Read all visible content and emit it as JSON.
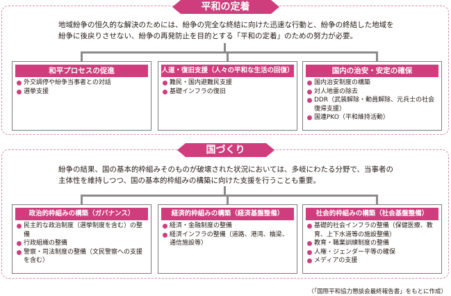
{
  "sections": [
    {
      "title": "平和の定着",
      "intro": "地域紛争の恒久的な解決のためには、紛争の完全な終結に向けた迅速な行動と、紛争の終結した地域を紛争に後戻りさせない、紛争の再発防止を目的とする「平和の定着」のための努力が必要。",
      "boxes": [
        {
          "title": "和平プロセスの促進",
          "items": [
            "外交調停や紛争当事者との対話",
            "選挙支援"
          ]
        },
        {
          "title": "人道・復旧支援（人々の平和な生活の回復）",
          "items": [
            "難民・国内避難民支援",
            "基礎インフラの復旧"
          ]
        },
        {
          "title": "国内の治安・安定の確保",
          "items": [
            "国内治安制度の構築",
            "対人地雷の除去",
            "DDR（武装解除・動員解除、元兵士の社会復帰支援）",
            "国連PKO（平和維持活動）"
          ]
        }
      ]
    },
    {
      "title": "国づくり",
      "intro": "紛争の結果、国の基本的枠組みそのものが破壊された状況においては、多岐にわたる分野で、当事者の主体性を維持しつつ、国の基本的枠組みの構築に向けた支援を行うことも重要。",
      "boxes": [
        {
          "title": "政治的枠組みの構築（ガバナンス）",
          "items": [
            "民主的な政治制度（選挙制度を含む）の整備",
            "行政組織の整備",
            "警察・司法制度の整備（文民警察への支援を含む）"
          ]
        },
        {
          "title": "経済的枠組みの構築（経済基盤整備）",
          "items": [
            "経済・金融制度の整備",
            "経済インフラの整備（道路、港湾、橋梁、通信施設等）"
          ]
        },
        {
          "title": "社会的枠組みの構築（社会基盤整備）",
          "items": [
            "基礎的社会インフラの整備（保健医療、教育、上下水道等の施設整備）",
            "教育・職業訓練制度の整備",
            "人権・ジェンダー平等の確保",
            "メディアの支援"
          ]
        }
      ]
    }
  ],
  "source": "（「国際平和協力懇談会最終報告書」をもとに作成）"
}
